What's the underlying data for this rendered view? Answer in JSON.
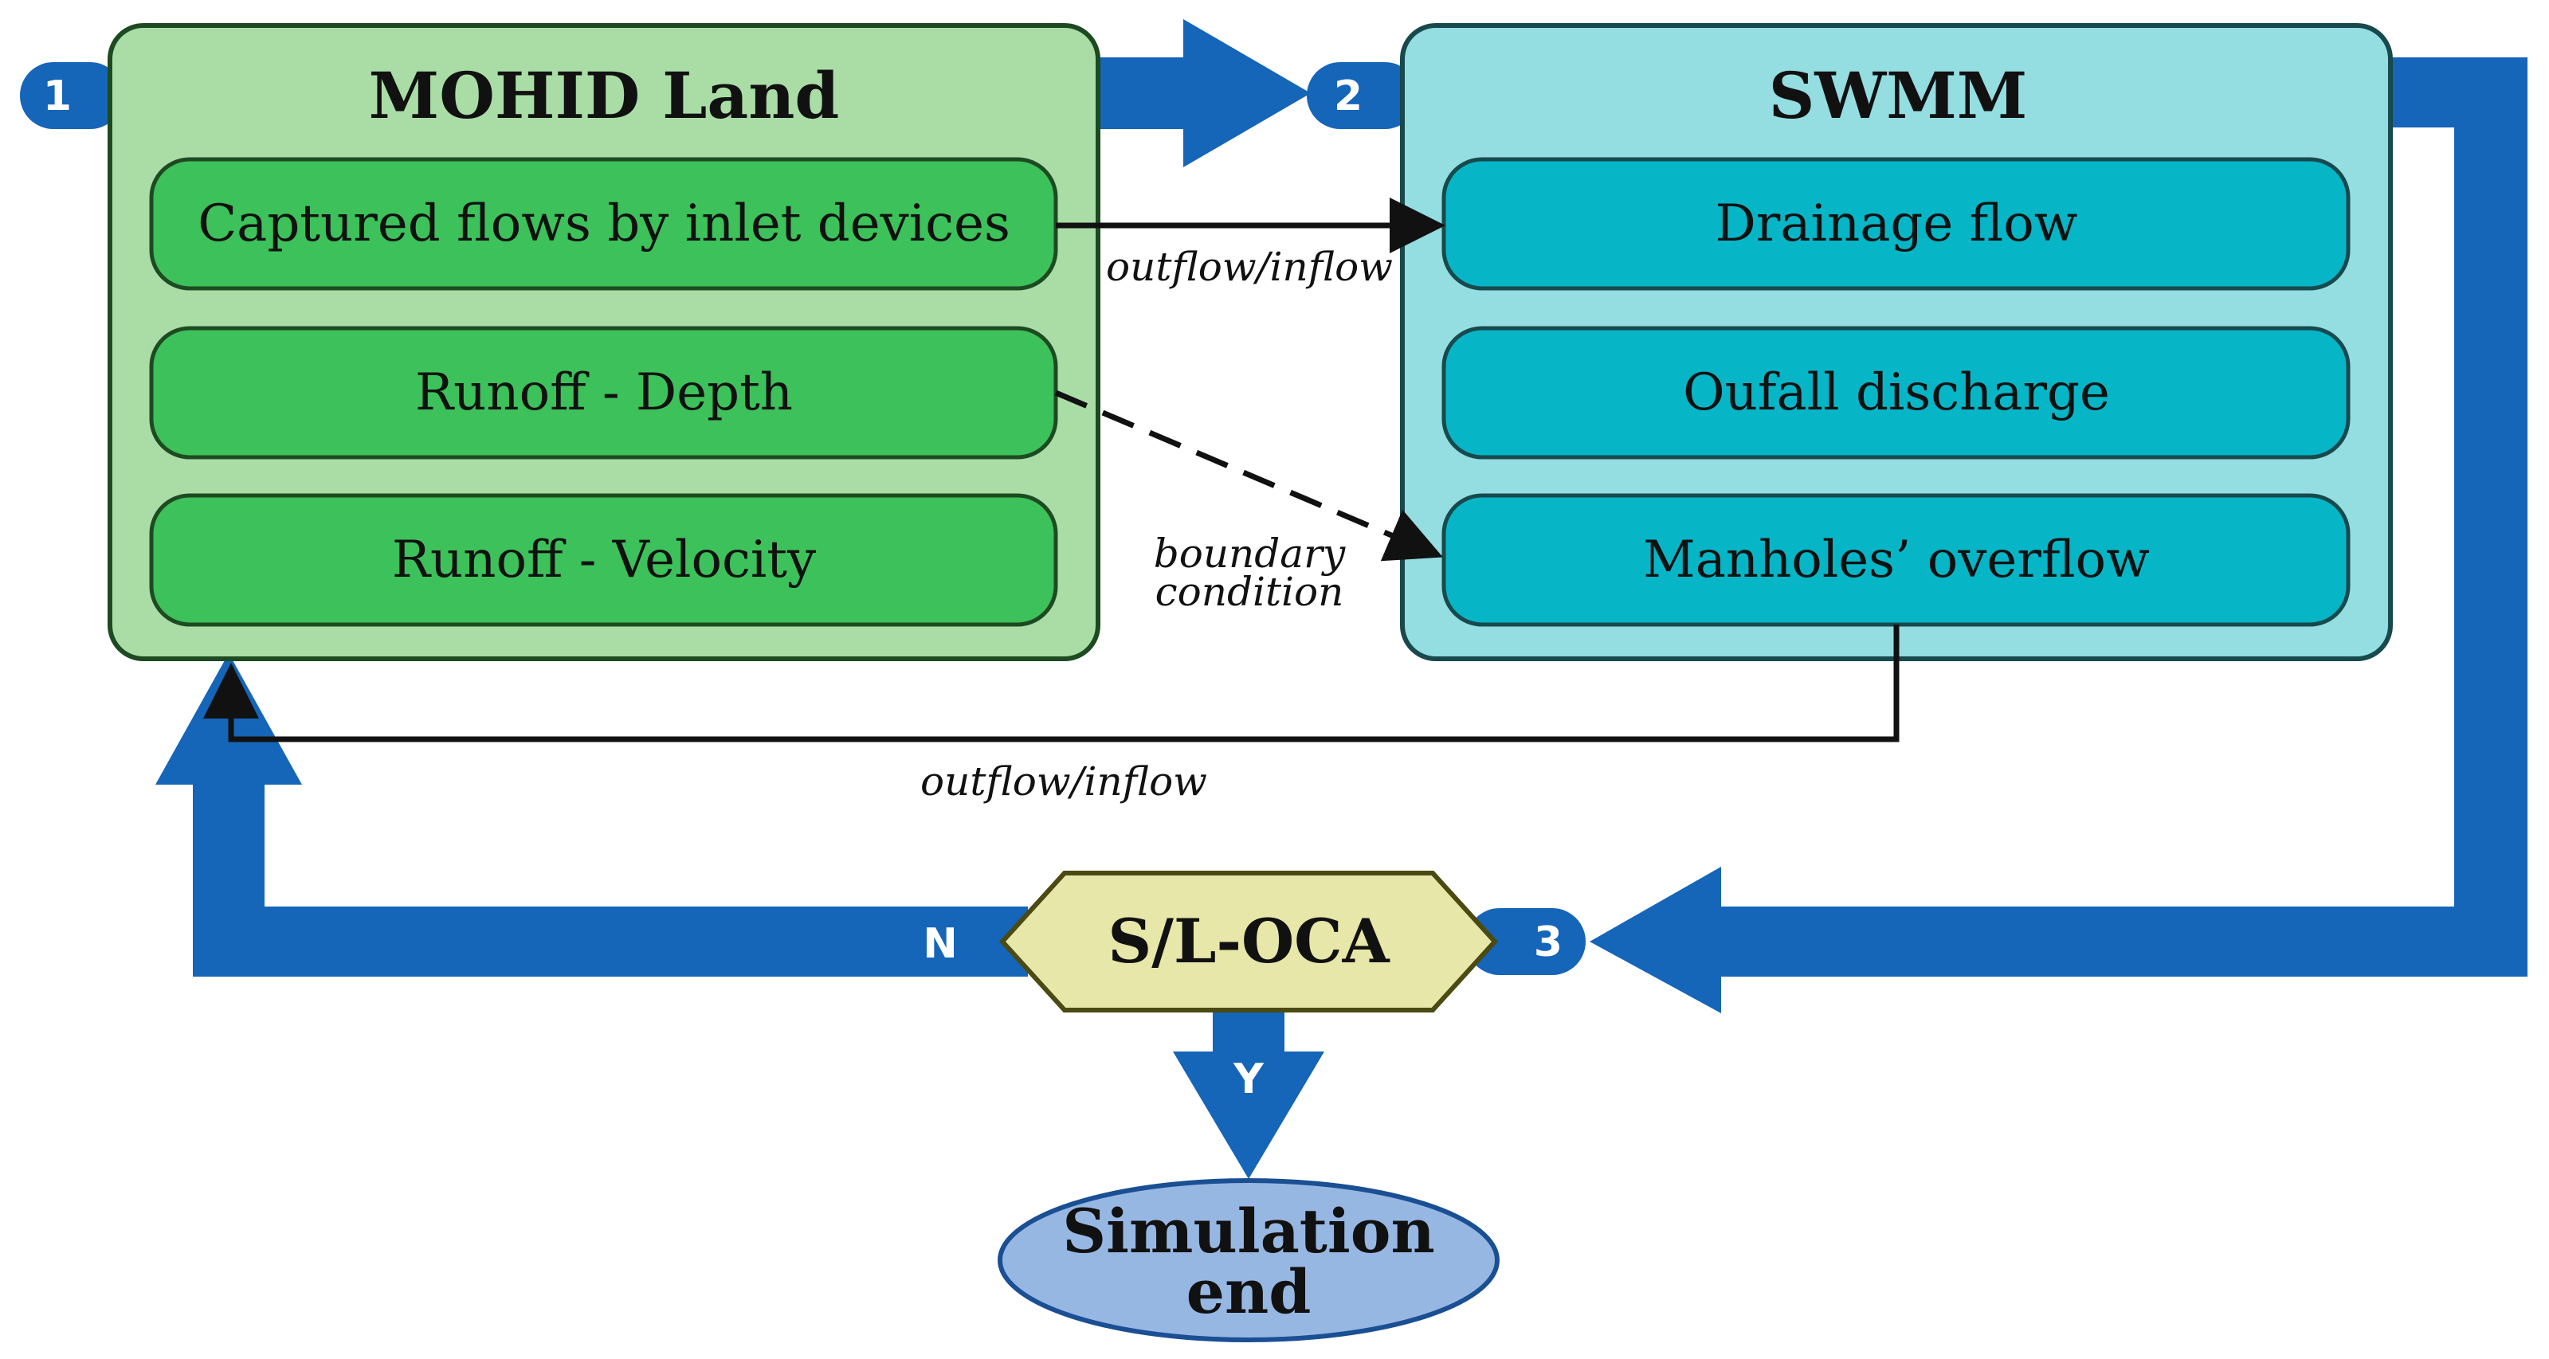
{
  "colors": {
    "flow_blue": "#1565b8",
    "mohid_panel": "#aadda6",
    "mohid_item": "#3dc15a",
    "swmm_panel": "#94dde1",
    "swmm_item": "#06b5c6",
    "decision": "#e6e7a8",
    "end_node": "#97b7e3"
  },
  "steps": {
    "step1": "1",
    "step2": "2",
    "step3": "3"
  },
  "mohid": {
    "title": "MOHID Land",
    "items": [
      "Captured flows by inlet devices",
      "Runoff - Depth",
      "Runoff -  Velocity"
    ]
  },
  "swmm": {
    "title": "SWMM",
    "items": [
      "Drainage flow",
      "Oufall discharge",
      "Manholes’ overflow"
    ]
  },
  "edges": {
    "top_label": "outflow/inflow",
    "middle_label_line1": "boundary",
    "middle_label_line2": "condition",
    "bottom_label": "outflow/inflow"
  },
  "decision": {
    "label": "S/L-OCA",
    "no": "N",
    "yes": "Y"
  },
  "end": {
    "line1": "Simulation",
    "line2": "end"
  }
}
